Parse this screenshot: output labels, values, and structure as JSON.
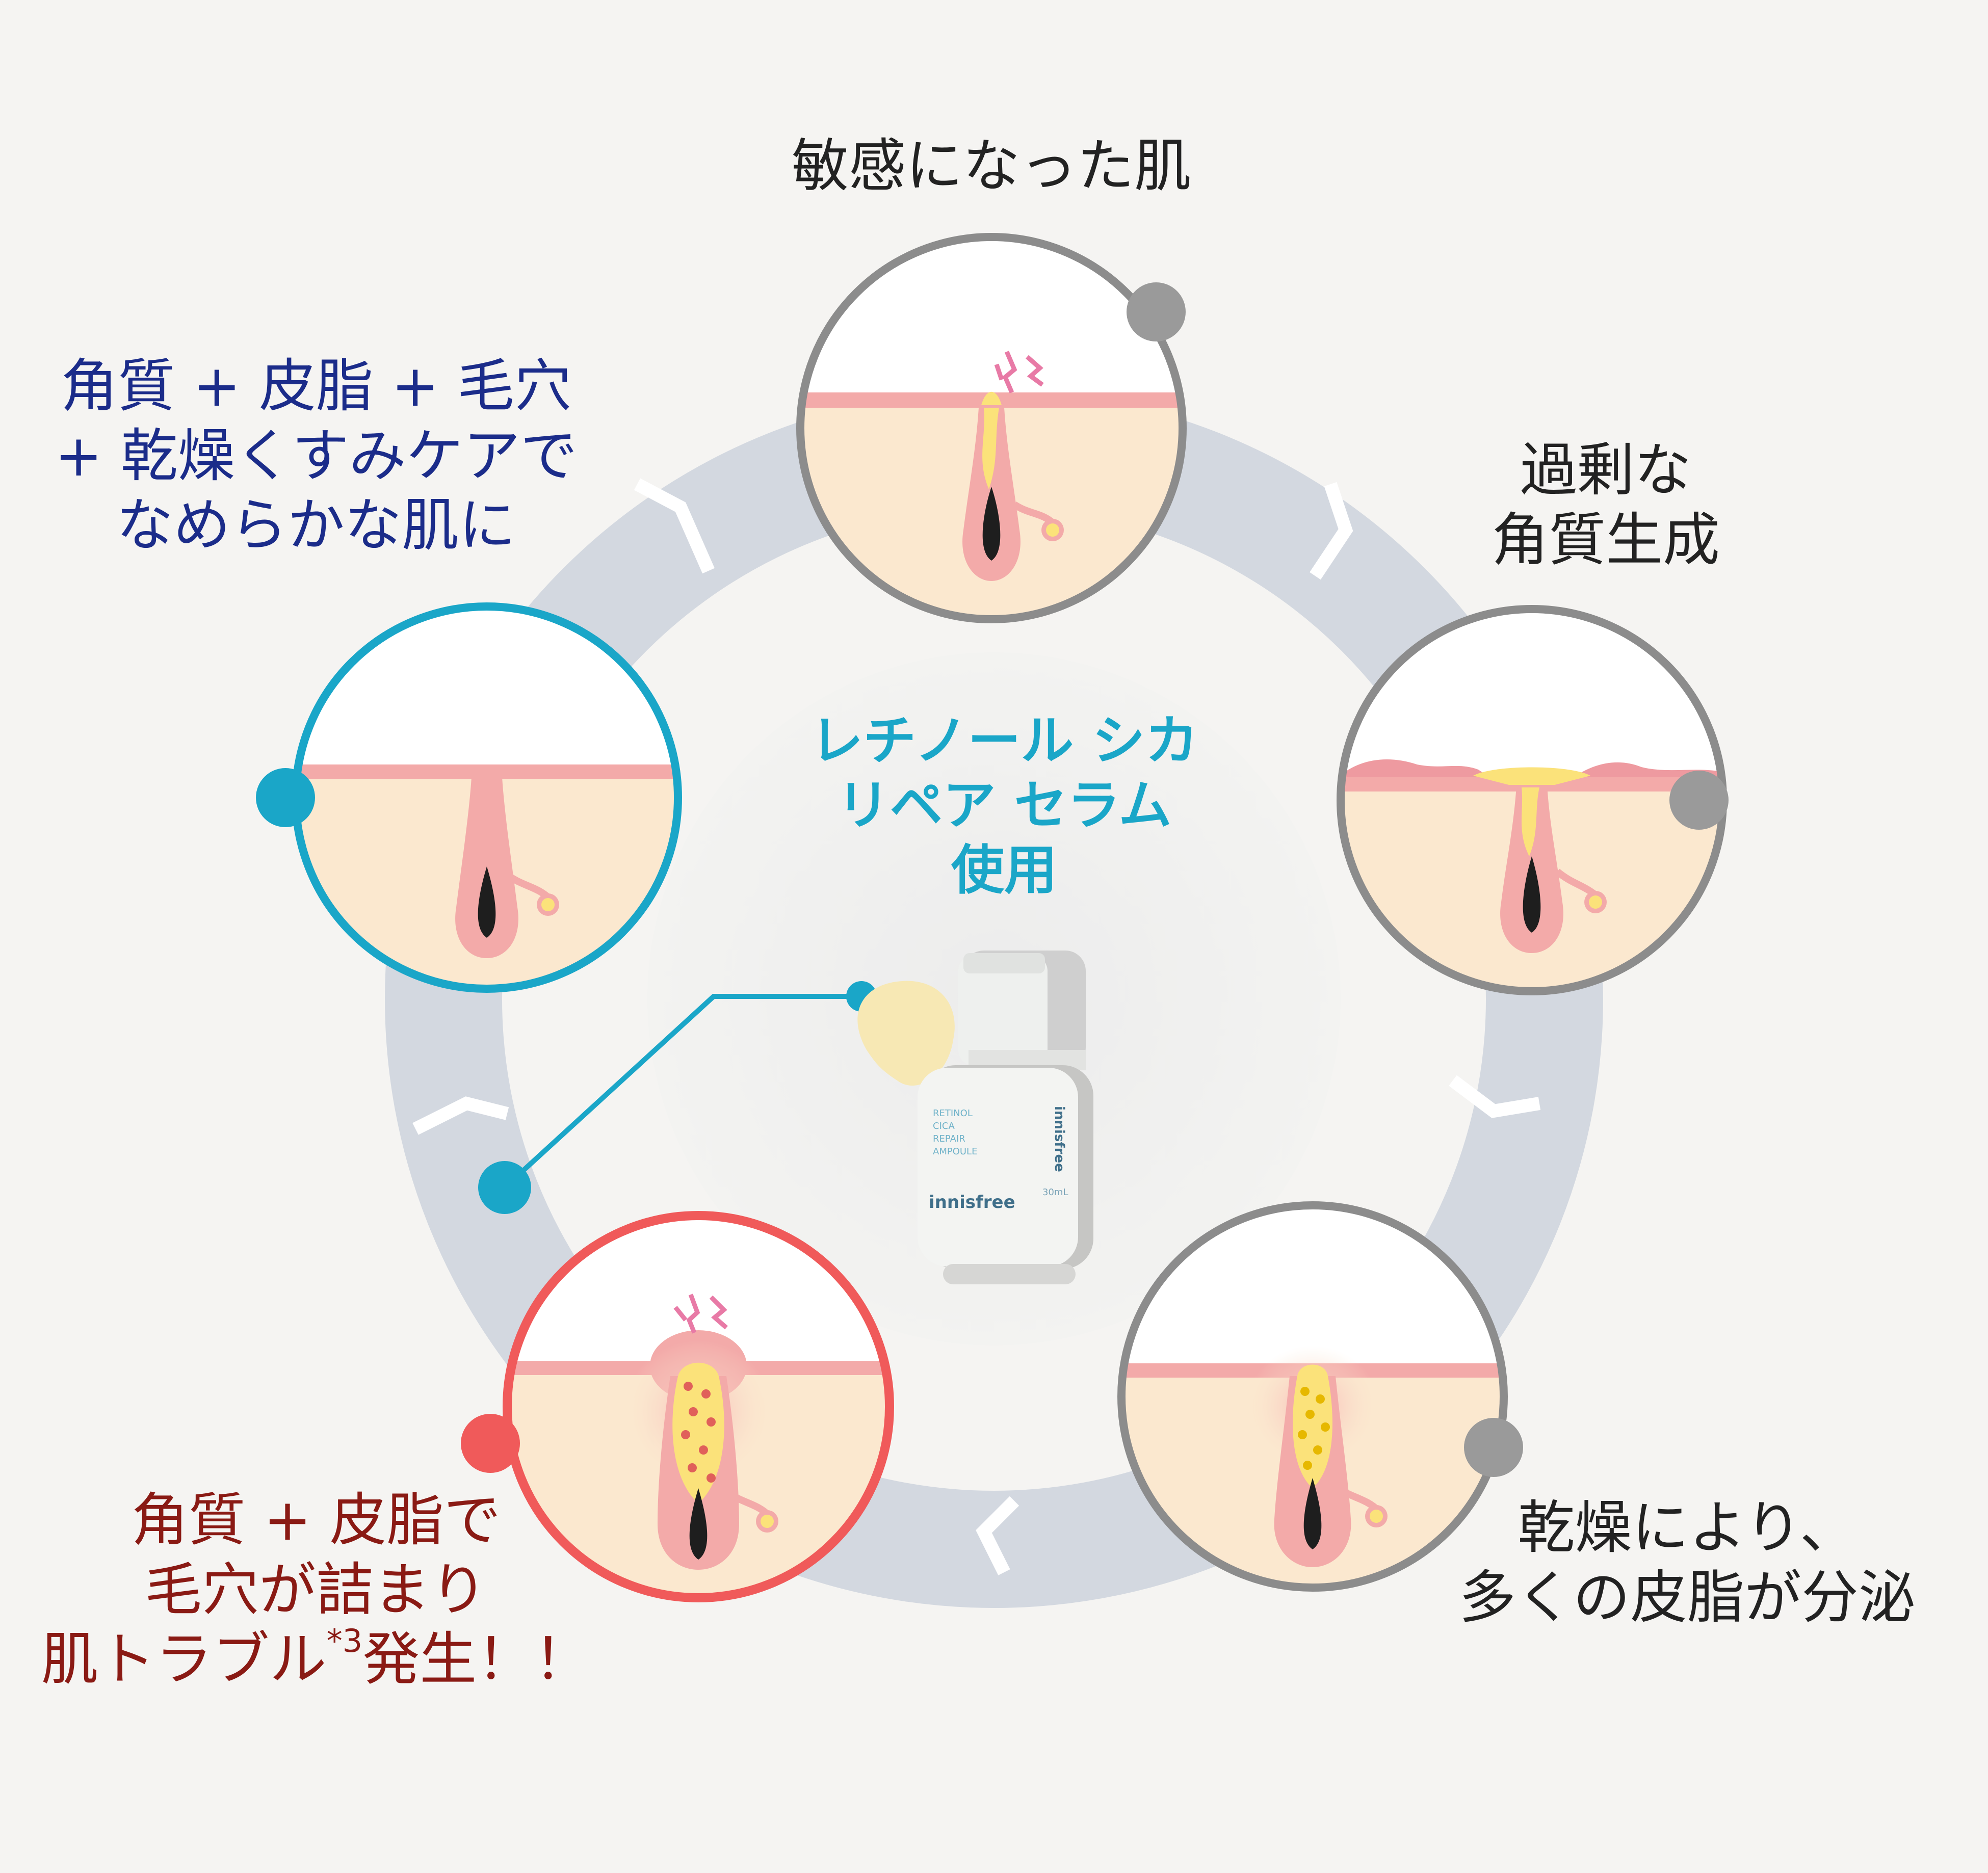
{
  "colors": {
    "background": "#f5f4f2",
    "ring": "#d3d8e0",
    "circle_gray": "#8c8c8c",
    "circle_blue": "#1aa6c8",
    "circle_red": "#f05a5a",
    "skin": "#fbe8cf",
    "skin_surface": "#f3aaa9",
    "sebum": "#fbe27a",
    "hair": "#1e1e1e"
  },
  "center": {
    "lines": [
      "レチノール シカ",
      "リペア セラム",
      "使用"
    ]
  },
  "product": {
    "name_text": "RETINOL CICA REPAIR AMPOULE",
    "brand": "innisfree",
    "volume": "30mL"
  },
  "stages": [
    {
      "id": "sensitive",
      "lines": [
        "敏感になった肌"
      ]
    },
    {
      "id": "keratin",
      "lines": [
        "過剰な",
        "角質生成"
      ]
    },
    {
      "id": "sebum",
      "lines": [
        "乾燥により、",
        "多くの皮脂が分泌"
      ]
    },
    {
      "id": "trouble",
      "lines": [
        "角質 + 皮脂で",
        "毛穴が詰まり",
        "肌トラブル",
        "*3",
        "発生！！"
      ]
    },
    {
      "id": "smooth",
      "lines": [
        "角質 + 皮脂 + 毛穴",
        "+ 乾燥くすみケアで",
        "なめらかな肌に"
      ]
    }
  ]
}
